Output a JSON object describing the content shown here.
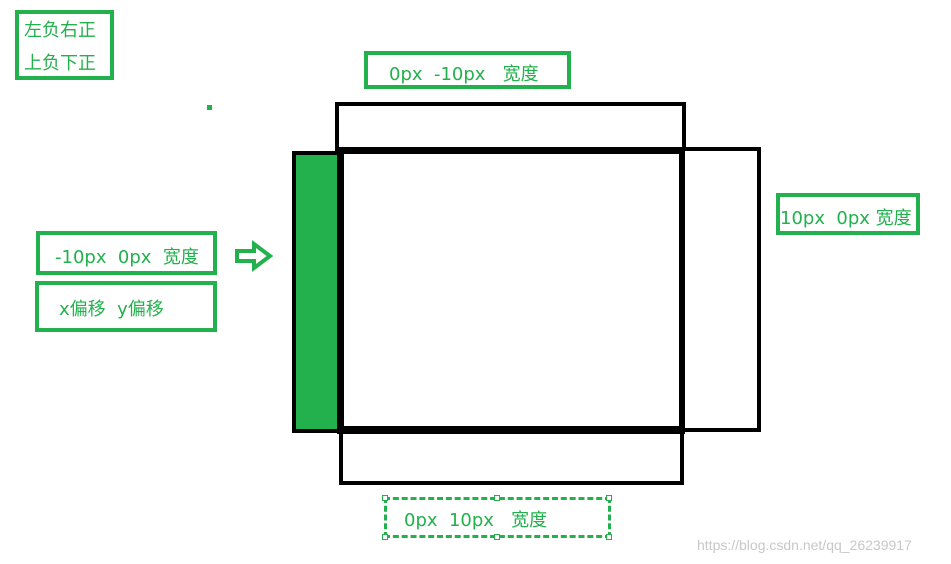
{
  "legend": {
    "line1": "左负右正",
    "line2": "上负下正"
  },
  "labels": {
    "top": "0px  -10px   宽度",
    "right": "10px  0px 宽度",
    "left": "-10px  0px  宽度",
    "bottom": "0px  10px   宽度",
    "offset": "x偏移  y偏移"
  },
  "watermark": "https://blog.csdn.net/qq_26239917",
  "colors": {
    "accent": "#22b14c",
    "border": "#000000"
  }
}
